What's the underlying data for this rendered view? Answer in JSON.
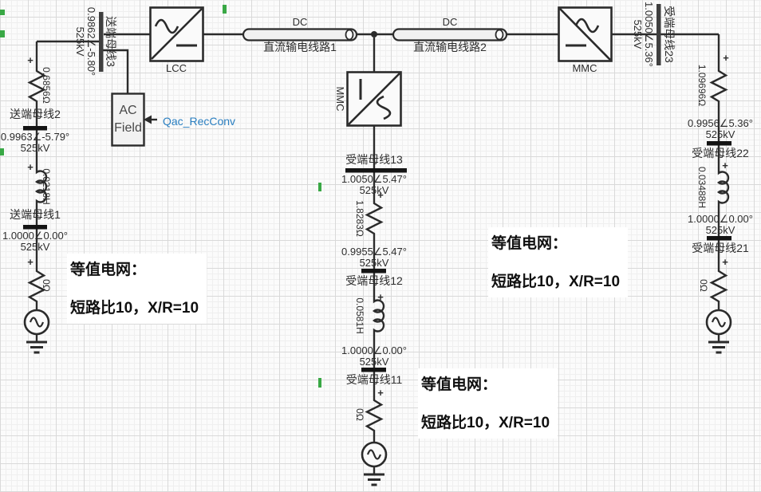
{
  "symbols": {
    "plus": "+"
  },
  "converters": {
    "lcc": {
      "label": "LCC"
    },
    "mmc_mid": {
      "label": "MMC"
    },
    "mmc_right": {
      "label": "MMC"
    }
  },
  "dc_lines": {
    "line1": {
      "type": "DC",
      "name": "直流输电线路1"
    },
    "line2": {
      "type": "DC",
      "name": "直流输电线路2"
    }
  },
  "ac_field": {
    "line1": "AC",
    "line2": "Field",
    "signal": "Qac_RecConv"
  },
  "send_side": {
    "bus3": {
      "name": "送端母线3",
      "voltage": "0.9862∠-5.80°",
      "kv": "525kV"
    },
    "resistor": {
      "value": "0.6856Ω"
    },
    "bus2": {
      "name": "送端母线2",
      "voltage": "0.9963∠-5.79°",
      "kv": "525kV"
    },
    "inductor": {
      "value": "0.0218H"
    },
    "bus1": {
      "name": "送端母线1",
      "voltage": "1.0000∠0.00°",
      "kv": "525kV"
    },
    "source_resistor": {
      "value": "0Ω"
    }
  },
  "mid_side": {
    "bus13": {
      "name": "受端母线13",
      "voltage": "1.0050∠5.47°",
      "kv": "525kV"
    },
    "resistor": {
      "value": "1.8283Ω"
    },
    "bus12": {
      "name": "受端母线12",
      "voltage": "0.9955∠5.47°",
      "kv": "525kV"
    },
    "inductor": {
      "value": "0.0581H"
    },
    "bus11": {
      "name": "受端母线11",
      "voltage": "1.0000∠0.00°",
      "kv": "525kV"
    },
    "source_resistor": {
      "value": "0Ω"
    }
  },
  "right_side": {
    "bus23": {
      "name": "受端母线23",
      "voltage": "1.0050∠5.36°",
      "kv": "525kV"
    },
    "resistor": {
      "value": "1.09696Ω"
    },
    "bus22": {
      "name": "受端母线22",
      "voltage": "0.9956∠5.36°",
      "kv": "525kV"
    },
    "inductor": {
      "value": "0.03488H"
    },
    "bus21": {
      "name": "受端母线21",
      "voltage": "1.0000∠0.00°",
      "kv": "525kV"
    },
    "source_resistor": {
      "value": "0Ω"
    }
  },
  "annotations": [
    {
      "line1": "等值电网：",
      "line2": "短路比10，X/R=10"
    },
    {
      "line1": "等值电网：",
      "line2": "短路比10，X/R=10"
    },
    {
      "line1": "等值电网：",
      "line2": "短路比10，X/R=10"
    }
  ],
  "colors": {
    "wire": "#2b2b2b",
    "bus_bar": "#141414",
    "vertical_bus_bar": "#3f3f3f",
    "signal_text": "#2a7fc1",
    "artifact_green": "#39a845"
  }
}
